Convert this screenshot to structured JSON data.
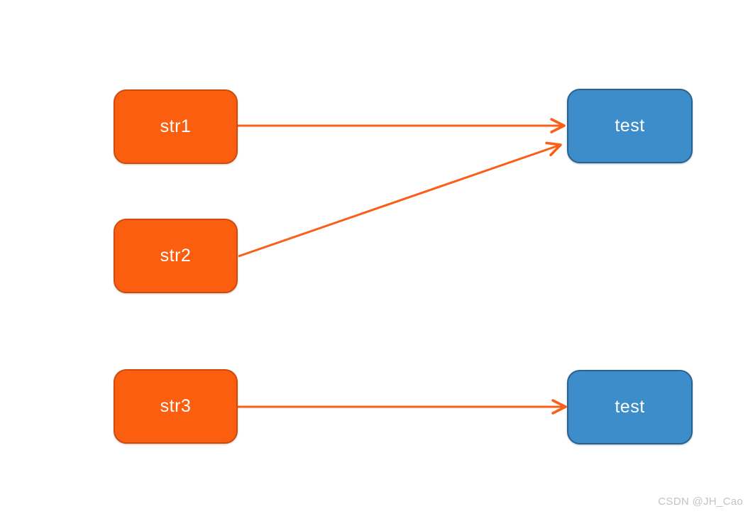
{
  "diagram": {
    "nodes": [
      {
        "id": "str1",
        "label": "str1",
        "type": "source"
      },
      {
        "id": "str2",
        "label": "str2",
        "type": "source"
      },
      {
        "id": "str3",
        "label": "str3",
        "type": "source"
      },
      {
        "id": "test1",
        "label": "test",
        "type": "target"
      },
      {
        "id": "test2",
        "label": "test",
        "type": "target"
      }
    ],
    "edges": [
      {
        "from": "str1",
        "to": "test1"
      },
      {
        "from": "str2",
        "to": "test1"
      },
      {
        "from": "str3",
        "to": "test2"
      }
    ],
    "colors": {
      "source_fill": "#FB5E0E",
      "source_border": "#CE4B0D",
      "target_fill": "#3E8DCB",
      "target_border": "#2A628F",
      "arrow": "#FB5E17",
      "node_text": "#FFFFFF"
    }
  },
  "watermark": {
    "text": "CSDN @JH_Cao",
    "color": "#C3C3C3"
  }
}
